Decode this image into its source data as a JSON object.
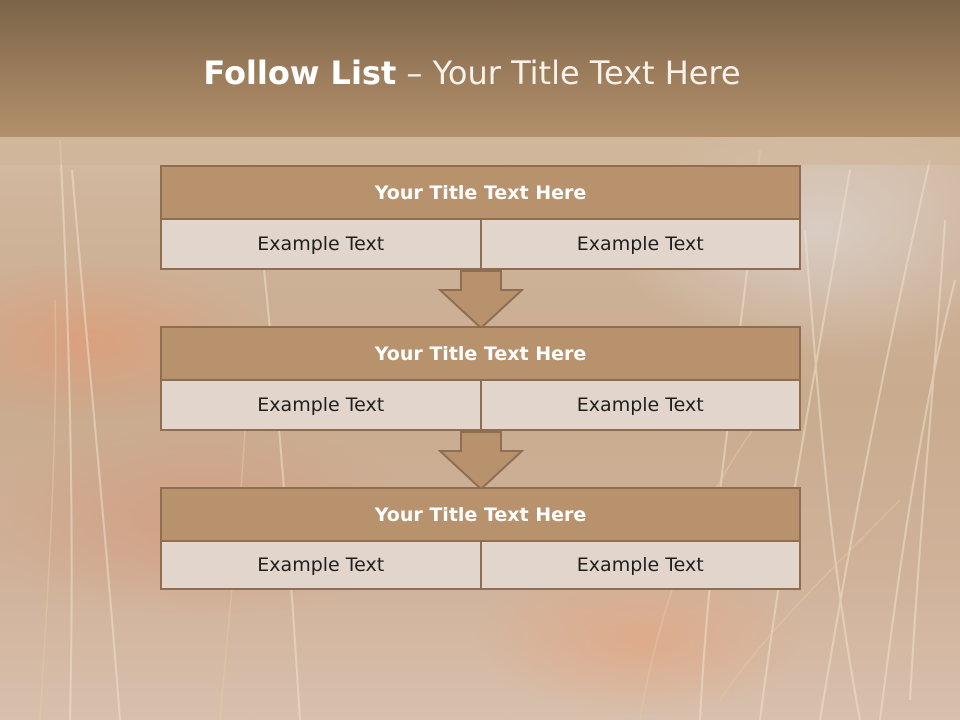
{
  "slide": {
    "title_strong": "Follow List",
    "title_rest": "– Your Title Text Here",
    "colors": {
      "header": "#9c7d5c",
      "block_head": "#b8916d",
      "block_border": "#8d6e52",
      "cell": "#e2d6cc",
      "arrow": "#b8916d"
    }
  },
  "steps": [
    {
      "title": "Your Title Text Here",
      "left": "Example Text",
      "right": "Example Text"
    },
    {
      "title": "Your Title Text Here",
      "left": "Example Text",
      "right": "Example Text"
    },
    {
      "title": "Your Title Text Here",
      "left": "Example Text",
      "right": "Example Text"
    }
  ],
  "icons": {
    "connector": "down-arrow-icon"
  }
}
